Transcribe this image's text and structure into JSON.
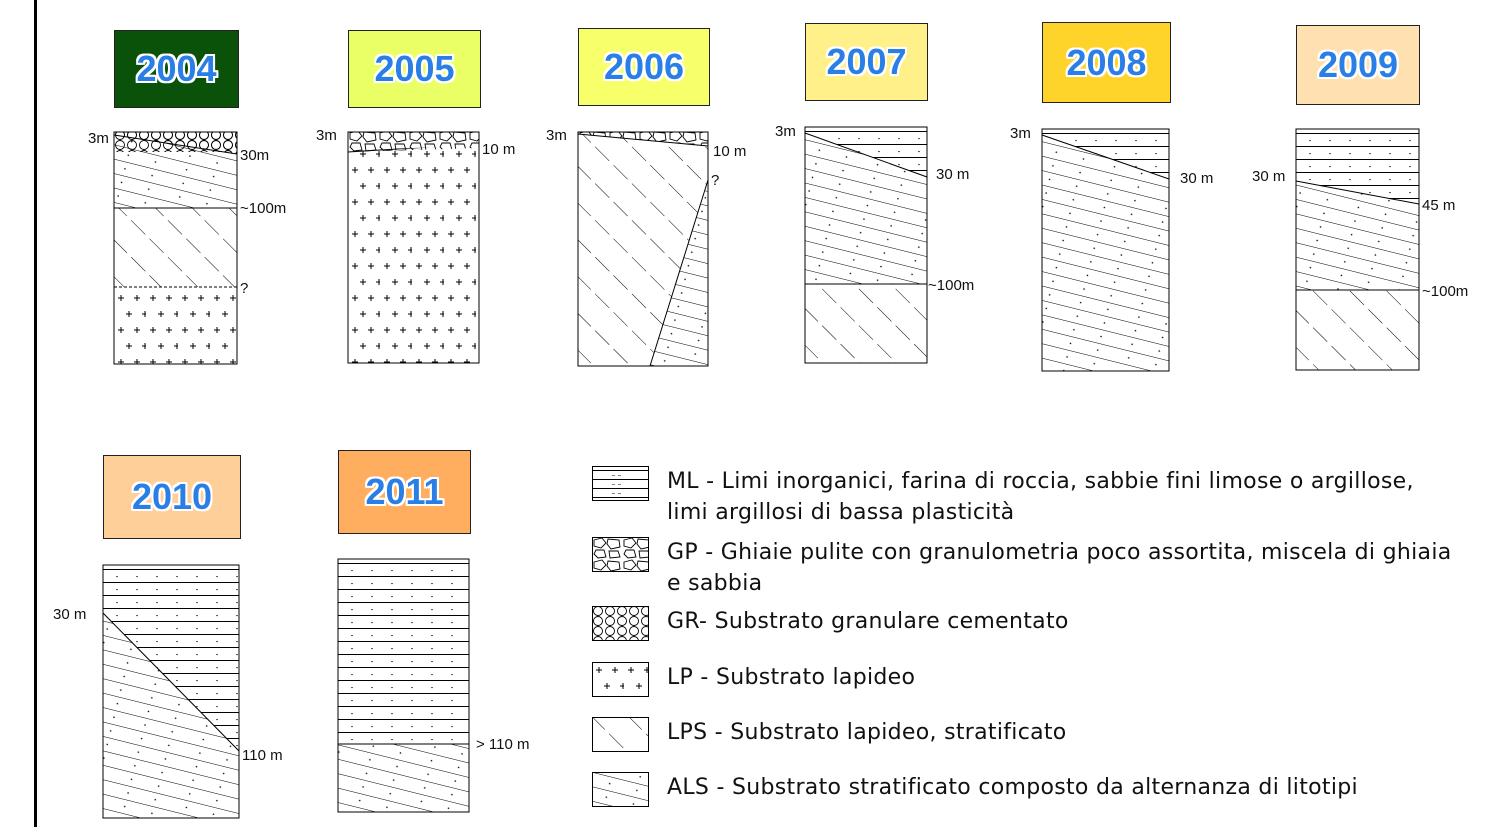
{
  "columns": [
    {
      "year": "2004",
      "color": "#0a520a",
      "labels": [
        "3m",
        "30m",
        "~100m",
        "?"
      ]
    },
    {
      "year": "2005",
      "color": "#eaff66",
      "labels": [
        "3m",
        "10 m"
      ]
    },
    {
      "year": "2006",
      "color": "#f7ff6a",
      "labels": [
        "3m",
        "10 m",
        "?"
      ]
    },
    {
      "year": "2007",
      "color": "#fff08a",
      "labels": [
        "3m",
        "30 m",
        "~100m"
      ]
    },
    {
      "year": "2008",
      "color": "#ffd42a",
      "labels": [
        "3m",
        "30 m"
      ]
    },
    {
      "year": "2009",
      "color": "#ffe0b0",
      "labels": [
        "30 m",
        "45 m",
        "~100m"
      ]
    },
    {
      "year": "2010",
      "color": "#ffcf99",
      "labels": [
        "30 m",
        "110 m"
      ]
    },
    {
      "year": "2011",
      "color": "#ffae60",
      "labels": [
        "> 110 m"
      ]
    }
  ],
  "legend": [
    {
      "code": "ML",
      "text": "ML - Limi inorganici, farina di roccia, sabbie fini limose o argillose,",
      "text2": "limi argillosi di bassa plasticità",
      "pattern": "ml-pattern"
    },
    {
      "code": "GP",
      "text": "GP - Ghiaie pulite con granulometria poco assortita, miscela di ghiaia",
      "text2": "e sabbia",
      "pattern": "gp-pattern"
    },
    {
      "code": "GR",
      "text": "GR- Substrato granulare cementato",
      "text2": "",
      "pattern": "gr-pattern"
    },
    {
      "code": "LP",
      "text": "LP - Substrato lapideo",
      "text2": "",
      "pattern": "lp-pattern"
    },
    {
      "code": "LPS",
      "text": "LPS - Substrato lapideo, stratificato",
      "text2": "",
      "pattern": "lps-pattern"
    },
    {
      "code": "ALS",
      "text": "ALS - Substrato stratificato composto da alternanza di litotipi",
      "text2": "",
      "pattern": "als-pattern"
    }
  ]
}
